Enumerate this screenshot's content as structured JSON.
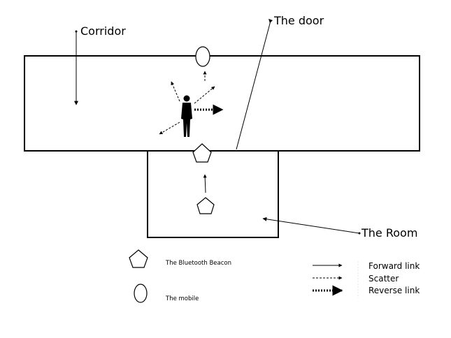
{
  "labels": {
    "corridor": "Corridor",
    "door": "The door",
    "room": "The Room"
  },
  "legend": {
    "beacon": "The Bluetooth Beacon",
    "mobile": "The mobile",
    "forward": "Forward link",
    "scatter": "Scatter",
    "reverse": "Reverse link"
  },
  "colors": {
    "stroke": "#000000",
    "background": "#ffffff"
  }
}
